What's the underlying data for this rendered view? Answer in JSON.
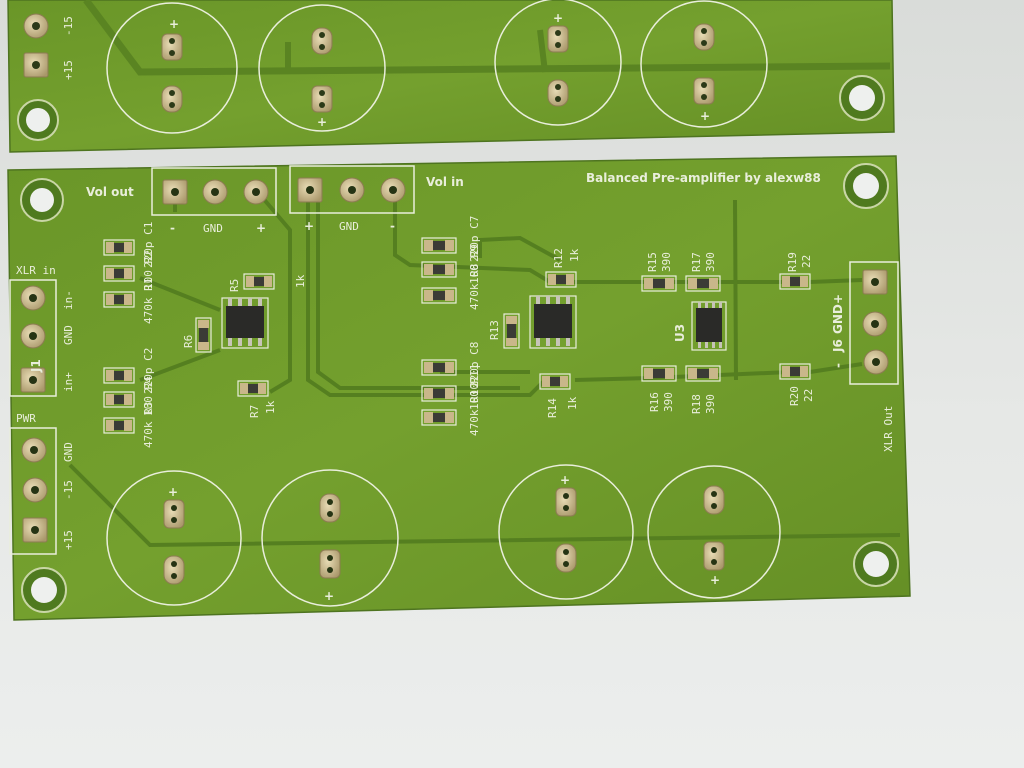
{
  "photo": {
    "subject": "pcb",
    "colors": {
      "board": "#6f9a2a",
      "silkscreen": "#e9eedb",
      "copper": "#c9b78a",
      "trace": "#5d8622",
      "background": "#e4e6e4"
    }
  },
  "upper_board": {
    "labels": {
      "minus15": "-15",
      "plus15": "+15",
      "plus_a": "+",
      "plus_b": "+",
      "plus_c": "+",
      "plus_d": "+"
    }
  },
  "lower_board": {
    "title": "Balanced Pre-amplifier by alexw88",
    "vol_out": {
      "label": "Vol out",
      "gnd": "GND",
      "minus": "-",
      "plus": "+"
    },
    "vol_in": {
      "label": "Vol in",
      "gnd": "GND",
      "plus": "+",
      "minus": "-"
    },
    "xlr_in": {
      "label": "XLR in",
      "ref": "J1",
      "gnd": "GND",
      "in_minus": "in-",
      "in_plus": "in+"
    },
    "pwr": {
      "label": "PWR",
      "gnd": "GND",
      "minus15": "-15",
      "plus15": "+15"
    },
    "xlr_out": {
      "label": "XLR Out",
      "ref": "J6",
      "gnd": "GND",
      "plus": "+",
      "minus": "-"
    },
    "components": {
      "c1": "220p C1",
      "r2": "100 R2",
      "r1": "470k R1",
      "c2": "220p C2",
      "r4": "100 R4",
      "r3": "470k R3",
      "r5": "R5",
      "r6": "R6",
      "r7": "R7",
      "r7_val": "1k",
      "r5_val": "1k",
      "c7": "220p C7",
      "r9": "100 R9",
      "r8": "470k R8",
      "c8": "220p C8",
      "r11": "100 R11",
      "r10": "470k R10",
      "r12": "R12",
      "r12_val": "1k",
      "r13": "R13",
      "r14": "R14",
      "r14_val": "1k",
      "r15": "R15",
      "r15_val": "390",
      "r17": "R17",
      "r17_val": "390",
      "r16": "R16",
      "r16_val": "390",
      "r18": "R18",
      "r18_val": "390",
      "r19": "R19",
      "r19_val": "22",
      "r20": "R20",
      "r20_val": "22",
      "u3": "U3"
    },
    "cap_plus_1": "+",
    "cap_plus_2": "+",
    "cap_plus_3": "+",
    "cap_plus_4": "+"
  }
}
